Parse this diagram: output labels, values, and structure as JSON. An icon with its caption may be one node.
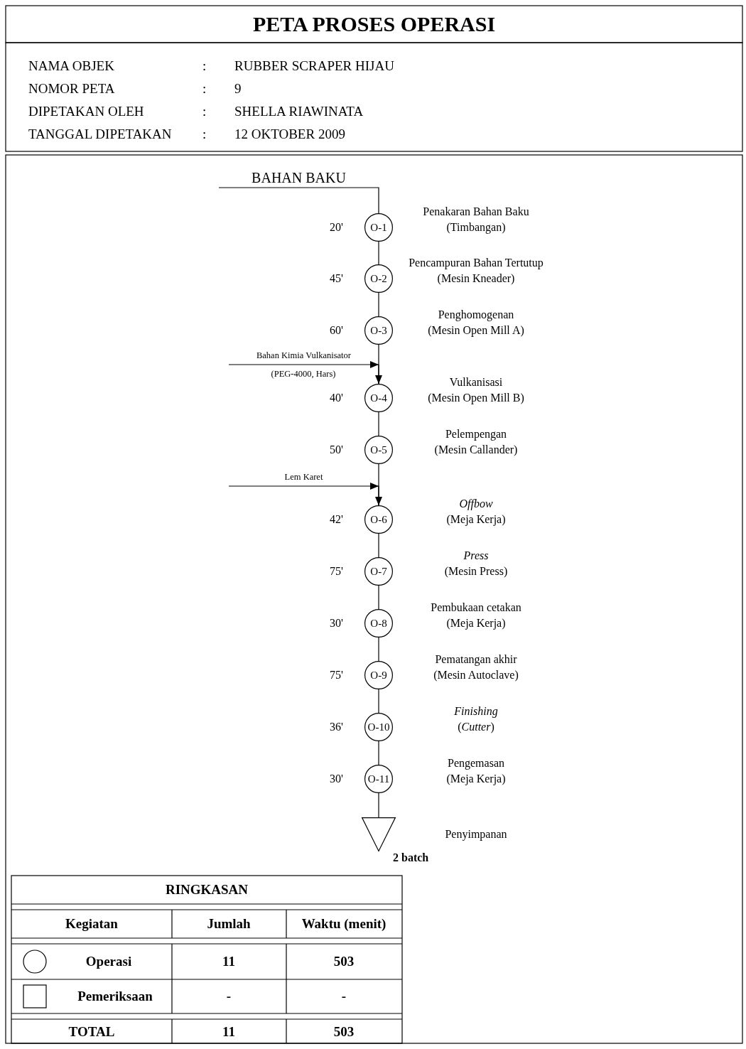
{
  "diagram": {
    "title": "PETA PROSES OPERASI",
    "nodes": [
      {
        "text": [
          "BAHAN BAKU"
        ]
      },
      {
        "text": [
          "O-1"
        ],
        "beside": [
          "20'",
          "Penakaran Bahan Baku",
          "(Timbangan)"
        ]
      },
      {
        "text": [
          "O-2"
        ],
        "beside": [
          "45'",
          "Pencampuran Bahan Tertutup",
          "(Mesin Kneader)"
        ]
      },
      {
        "text": [
          "O-3"
        ],
        "beside": [
          "60'",
          "Penghomogenan",
          "(Mesin Open Mill A)"
        ]
      },
      {
        "text": [
          "O-4"
        ],
        "beside": [
          "40'",
          "Vulkanisasi",
          "(Mesin Open Mill B)"
        ]
      },
      {
        "text": [
          "O-5"
        ],
        "beside": [
          "50'",
          "Pelempengan",
          "(Mesin Callander)"
        ]
      },
      {
        "text": [
          "O-6"
        ],
        "beside": [
          "42'",
          "*Offbow*",
          "(Meja Kerja)"
        ]
      },
      {
        "text": [
          "O-7"
        ],
        "beside": [
          "75'",
          "*Press*",
          "(Mesin Press)"
        ]
      },
      {
        "text": [
          "O-8"
        ],
        "beside": [
          "30'",
          "Pembukaan cetakan",
          "(Meja Kerja)"
        ]
      },
      {
        "text": [
          "O-9"
        ],
        "beside": [
          "75'",
          "Pematangan akhir",
          "(Mesin Autoclave)"
        ]
      },
      {
        "text": [
          "O-10"
        ],
        "beside": [
          "36'",
          "*Finishing*",
          "(*Cutter*)"
        ]
      },
      {
        "text": [
          "O-11"
        ],
        "beside": [
          "30'",
          "Pengemasan",
          "(Meja Kerja)"
        ]
      },
      {
        "text": [],
        "shape": "triangle",
        "beside": [
          "Penyimpanan",
          "**2 batch**"
        ]
      }
    ],
    "edges": [
      {
        "from": 0,
        "to": 1,
        "arrow": "none"
      },
      {
        "from": 1,
        "to": 2,
        "arrow": "none"
      },
      {
        "from": 2,
        "to": 3,
        "arrow": "none"
      },
      {
        "from": 3,
        "to": 4,
        "arrow": "none"
      },
      {
        "from": 4,
        "to": 5,
        "arrow": "none"
      },
      {
        "from": 5,
        "to": 6,
        "arrow": "none"
      },
      {
        "from": 6,
        "to": 7,
        "arrow": "none"
      },
      {
        "from": 7,
        "to": 8,
        "arrow": "none"
      },
      {
        "from": 8,
        "to": 9,
        "arrow": "none"
      },
      {
        "from": 9,
        "to": 10,
        "arrow": "none"
      },
      {
        "from": 10,
        "to": 11,
        "arrow": "none"
      },
      {
        "from": 11,
        "to": 12,
        "arrow": "none"
      },
      {
        "from": null,
        "to": 4,
        "arrow": "to",
        "label": "Bahan Kimia Vulkanisator"
      },
      {
        "from": null,
        "to": 6,
        "arrow": "to",
        "label": "Lem Karet"
      }
    ],
    "labels": [
      "NAMA OBJEK",
      ":",
      "RUBBER SCRAPER HIJAU",
      "NOMOR PETA",
      ":",
      "9",
      "DIPETAKAN OLEH",
      ":",
      "SHELLA RIAWINATA",
      "TANGGAL DIPETAKAN",
      ":",
      "12 OKTOBER 2009",
      "(PEG-4000, Hars)",
      "RINGKASAN",
      "Kegiatan",
      "Jumlah",
      "Waktu (menit)",
      "Operasi",
      "11",
      "503",
      "Pemeriksaan",
      "-",
      "-",
      "TOTAL",
      "11",
      "503"
    ]
  }
}
